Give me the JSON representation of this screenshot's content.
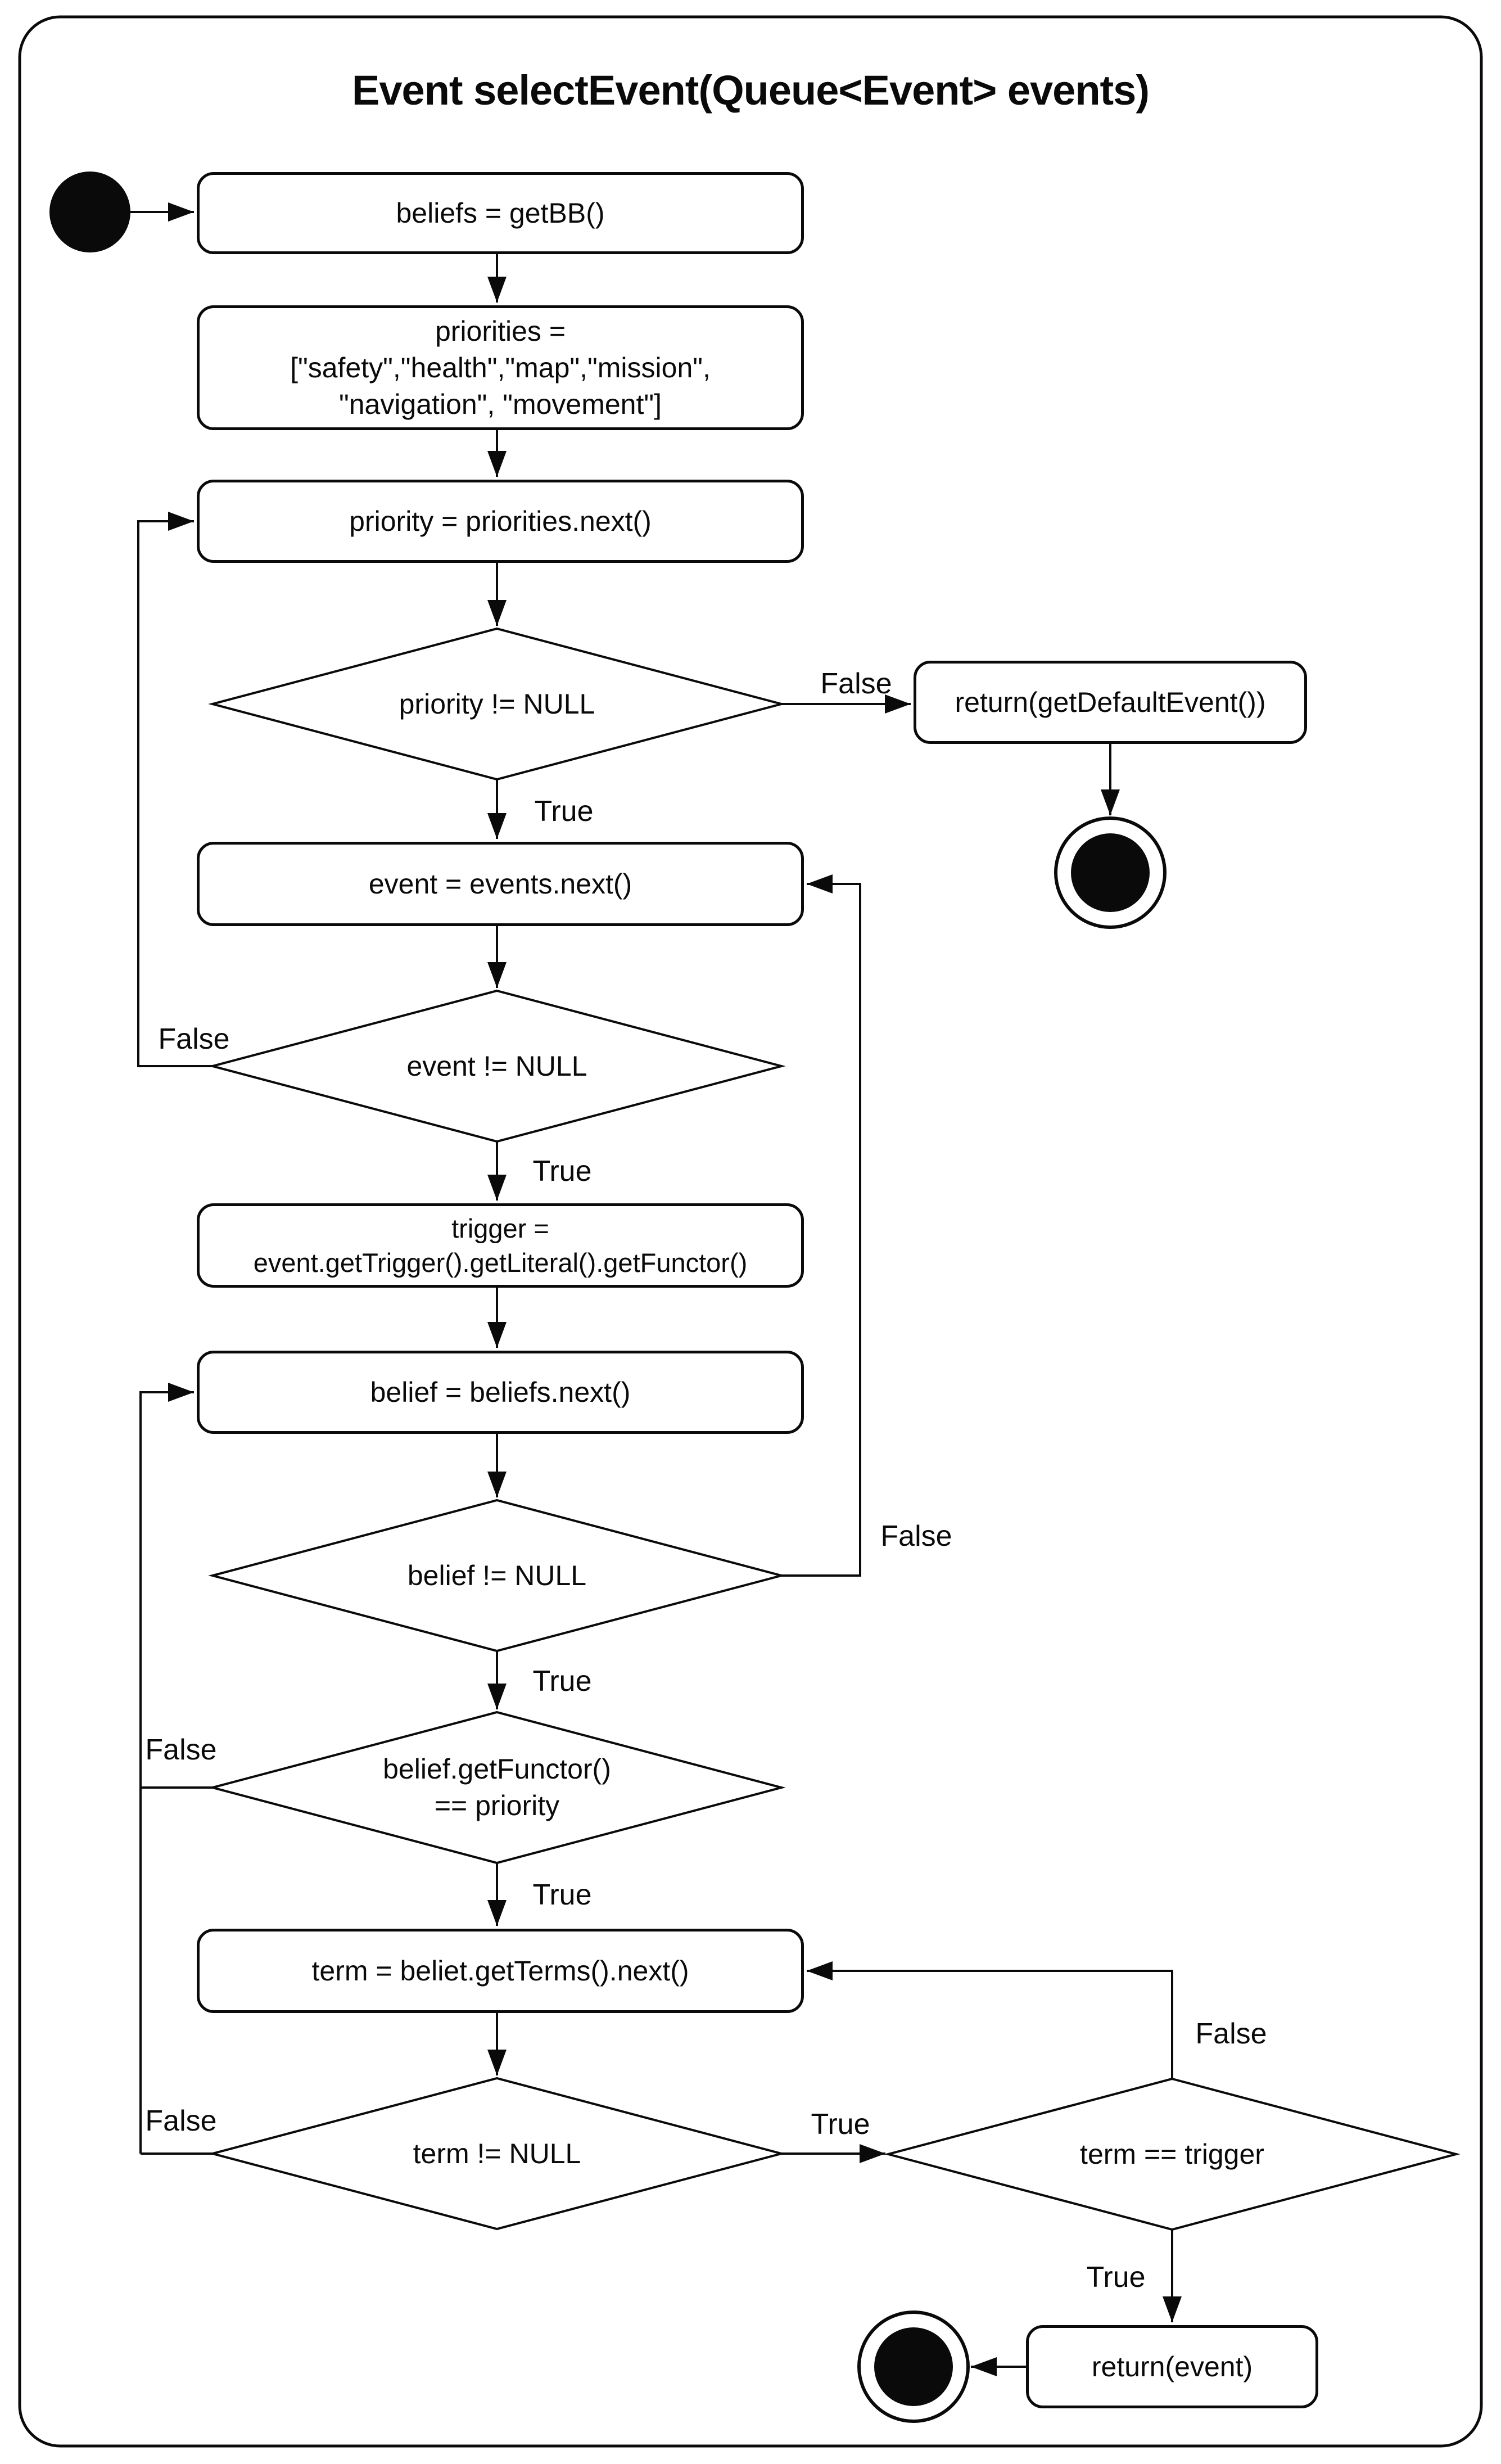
{
  "title": "Event selectEvent(Queue<Event> events)",
  "edge_labels": {
    "true_label": "True",
    "false_label": "False"
  },
  "colors": {
    "stroke": "#0a0a0a",
    "background": "#ffffff"
  },
  "nodes": {
    "beliefs_assign": {
      "label": "beliefs = getBB()"
    },
    "priorities_assign": {
      "line1": "priorities =",
      "line2": "[\"safety\",\"health\",\"map\",\"mission\",",
      "line3": "\"navigation\", \"movement\"]"
    },
    "priority_next": {
      "label": "priority = priorities.next()"
    },
    "priority_check": {
      "label": "priority != NULL"
    },
    "return_default": {
      "label": "return(getDefaultEvent())"
    },
    "event_next": {
      "label": "event = events.next()"
    },
    "event_check": {
      "label": "event != NULL"
    },
    "trigger_assign": {
      "line1": "trigger =",
      "line2": "event.getTrigger().getLiteral().getFunctor()"
    },
    "belief_next": {
      "label": "belief = beliefs.next()"
    },
    "belief_check": {
      "label": "belief != NULL"
    },
    "functor_check": {
      "line1": "belief.getFunctor()",
      "line2": "== priority"
    },
    "term_next": {
      "label": "term = beliet.getTerms().next()"
    },
    "term_check": {
      "label": "term != NULL"
    },
    "trigger_match_check": {
      "label": "term == trigger"
    },
    "return_event": {
      "label": "return(event)"
    }
  }
}
